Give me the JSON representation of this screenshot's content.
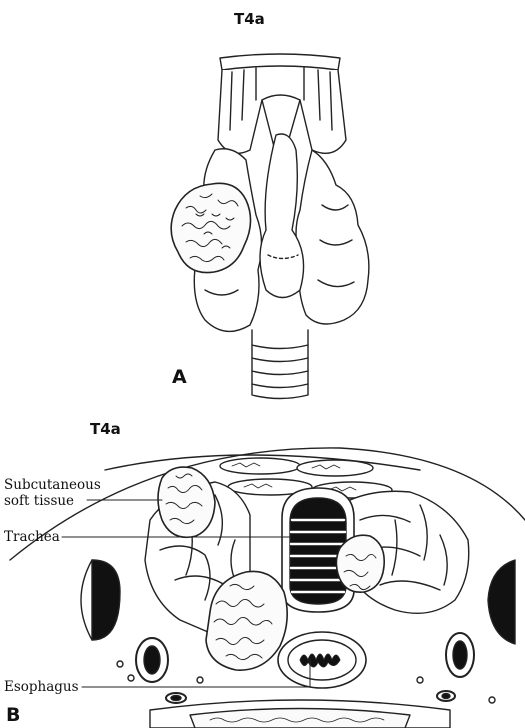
{
  "figure": {
    "panel_a": {
      "title": "T4a",
      "letter": "A"
    },
    "panel_b": {
      "title": "T4a",
      "letter": "B",
      "labels": {
        "subcutaneous_line1": "Subcutaneous",
        "subcutaneous_line2": "soft tissue",
        "trachea": "Trachea",
        "esophagus": "Esophagus"
      }
    }
  }
}
